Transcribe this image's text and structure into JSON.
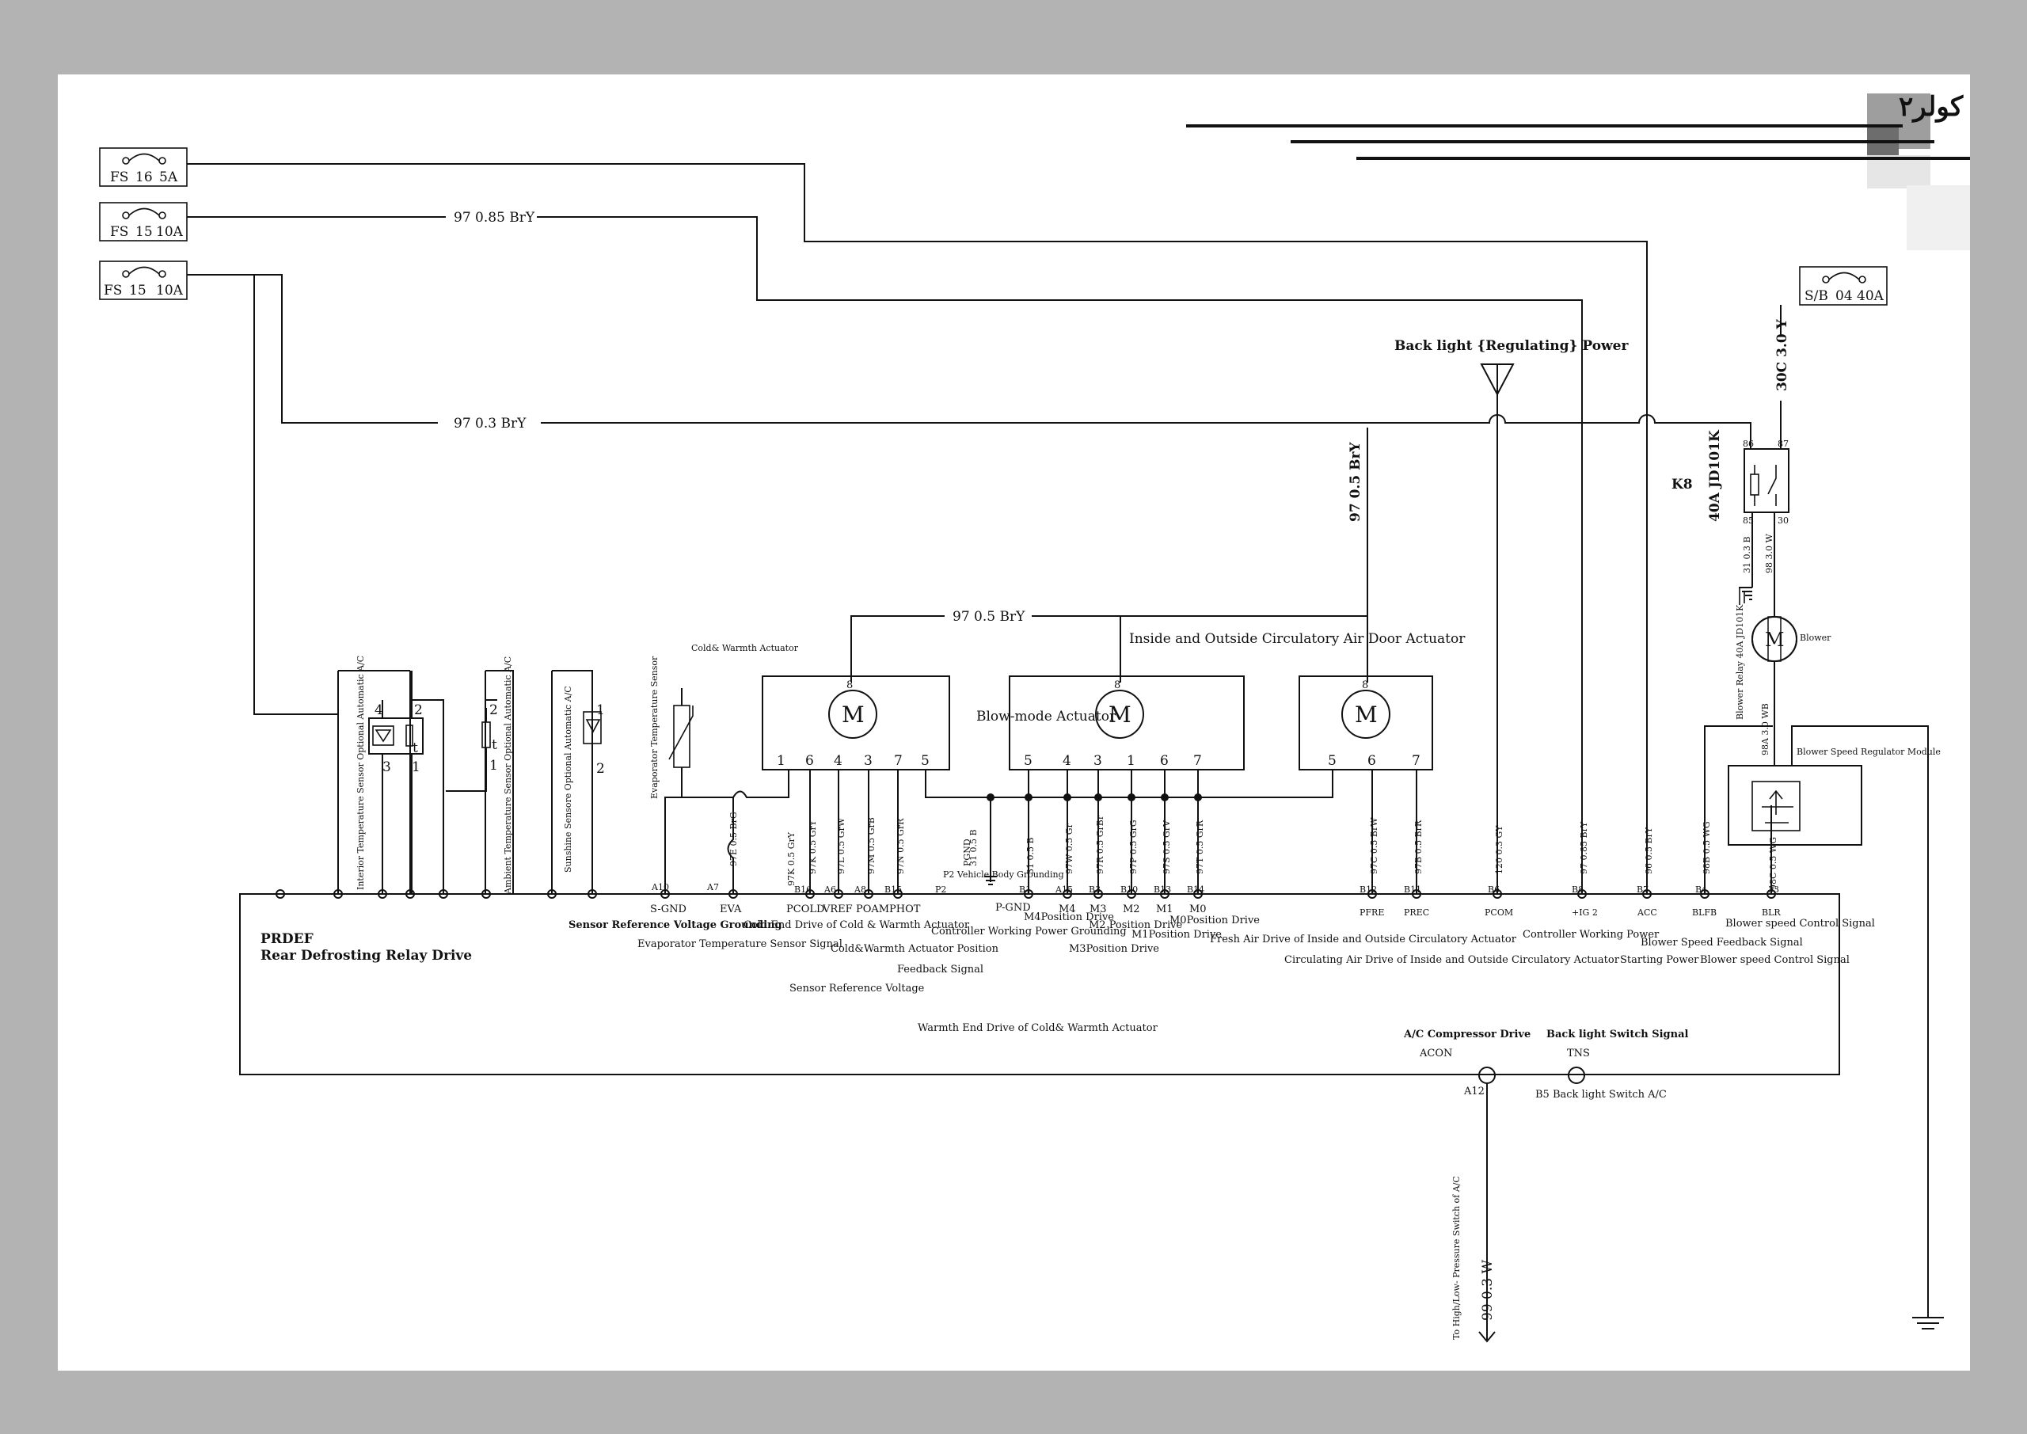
{
  "title": "دیاگرام کولر۲",
  "fuses": {
    "f1": [
      "FS",
      "16",
      "5A"
    ],
    "f2": [
      "FS",
      "15",
      "10A"
    ],
    "f3": [
      "FS",
      "15",
      "10A"
    ],
    "sb": [
      "S/B",
      "04",
      "40A"
    ]
  },
  "wires": {
    "w_top": "97  0.85  BrY",
    "w_mid": "97   0.3   BrY",
    "w_act": "97   0.5   BrY",
    "w_vert": "97   0.5   BrY",
    "w_30c": "30C   3.0   Y",
    "w_31": "31   0.3   B",
    "w_98": "98   3.0   W",
    "w_a12": "99   0.3   W"
  },
  "labels": {
    "backlight_power": "Back light {Regulating} Power",
    "cold_warmth": "Cold& Warmth Actuator",
    "blow_mode": "Blow-mode Actuator",
    "inside_outside": "Inside and Outside Circulatory Air Door Actuator",
    "relay_k8": "K8",
    "relay_name": "40A   JD101K",
    "blower": "Blower",
    "blower_relay": "Blower Relay 40A JD101K",
    "blower_module": "Blower Speed Regulator Module",
    "interior_sensor": "Interior Temperature Sensor Optional Automatic A/C",
    "ambient_sensor": "Ambient Temperature Sensor Optional Automatic A/C",
    "sunshine_sensor": "Sunshine Sensore Optional Automatic A/C",
    "evap_sensor": "Evaporator Temperature Sensor",
    "prdef": "PRDEF",
    "rear_def": "Rear Defrosting Relay Drive",
    "sgnd_desc": "Sensor Reference Voltage Grounding",
    "eva_desc": "Evaporator Temperature Sensor Signal",
    "pcold_desc": "Cold End Drive of Cold & Warmth Actuator",
    "poam_desc": "Cold&Warmth Actuator Position",
    "feedback": "Feedback Signal",
    "vref_desc": "Sensor Reference Voltage",
    "warmth_end": "Warmth End Drive of Cold& Warmth Actuator",
    "pgnd_desc": "Controller Working Power Grounding",
    "m4_desc": "M4Position Drive",
    "m2_desc": "M2 Position Drive",
    "m3_desc": "M3Position Drive",
    "m1_desc": "M1Position Drive",
    "m0_desc": "M0Position Drive",
    "fresh_air": "Fresh Air Drive of Inside and Outside Circulatory Actuator",
    "circulating": "Circulating Air Drive of Inside and Outside Circulatory Actuator",
    "ctrl_power": "Controller Working Power",
    "starting_power": "Starting Power",
    "blower_fb": "Blower Speed Feedback Signal",
    "blower_ctrl1": "Blower speed Control Signal",
    "blower_ctrl2": "Blower speed Control Signal",
    "ac_comp": "A/C Compressor Drive",
    "acon": "ACON",
    "a12": "A12",
    "backlight_sw": "Back light Switch Signal",
    "tns": "TNS",
    "b5": "B5 Back light Switch A/C",
    "to_switch": "To High/Low- Pressure Switch of A/C",
    "vehicle_gnd": "P2 Vehicle Body Grounding",
    "pgnd_small": "PGND"
  },
  "pins": {
    "a10": "A10",
    "a7": "A7",
    "b16": "B16",
    "a6": "A6",
    "a8": "A8",
    "b15": "B15",
    "p2": "P2",
    "b1": "B1",
    "a15": "A15",
    "b3": "B3",
    "b10": "B10",
    "b13": "B13",
    "b14": "B14",
    "b12": "B12",
    "b11": "B11",
    "b6": "B6",
    "b8": "B8",
    "b7": "B7",
    "b4": "B4",
    "p33": "33"
  },
  "terminals": {
    "sgnd": "S-GND",
    "eva": "EVA",
    "pcold": "PCOLD",
    "vref": "VREF",
    "poam": "POAM",
    "phot": "PHOT",
    "pgnd": "P-GND",
    "m4": "M4",
    "m3": "M3",
    "m2": "M2",
    "m1": "M1",
    "m0": "M0",
    "pfre": "PFRE",
    "prec": "PREC",
    "pcom": "PCOM",
    "ig2": "+IG 2",
    "acc": "ACC",
    "blfb": "BLFB",
    "blr": "BLR"
  },
  "wire_codes": {
    "c97e": "97E  0.5  BrG",
    "c97k": "97K  0.5  GrY",
    "c97l": "97L  0.5  GrW",
    "c97m": "97M  0.5  GrB",
    "c97n": "97N  0.5  GrR",
    "c97kb": "97K 0.5 GrY",
    "c31b": "31  0.5  B",
    "c31a": "31  0.5  B",
    "c97w": "97W  0.5  Gr",
    "c97r": "97R  0.5  GrBr",
    "c97p": "97P  0.5  GrG",
    "c97s": "97S  0.5  GrV",
    "c97t": "97T  0.5  GrR",
    "c97c": "97C  0.5  BrW",
    "c97b": "97B  0.5  BrR",
    "c120": "120  0.3  GY",
    "c97g": "97  0.85  BrY",
    "c96": "96  0.5  BrY",
    "c98b": "98B  0.5  WG",
    "c98c": "98C  0.5  WG",
    "c98a": "98A  3.0  WB"
  },
  "pin_numbers": {
    "int": [
      "4",
      "2",
      "3",
      "1"
    ],
    "amb": [
      "2",
      "1"
    ],
    "sun": [
      "1",
      "2"
    ],
    "a1": [
      "8",
      "1",
      "6",
      "4",
      "3",
      "7",
      "5"
    ],
    "a2": [
      "8",
      "5",
      "4",
      "3",
      "1",
      "6",
      "7"
    ],
    "a3": [
      "8",
      "5",
      "6",
      "7"
    ],
    "relay": [
      "86",
      "87",
      "85",
      "30"
    ],
    "motor": "M",
    "tpin": "t"
  },
  "colors": {
    "background": "#b3b3b3",
    "sheet": "#ffffff",
    "ink": "#111111"
  }
}
